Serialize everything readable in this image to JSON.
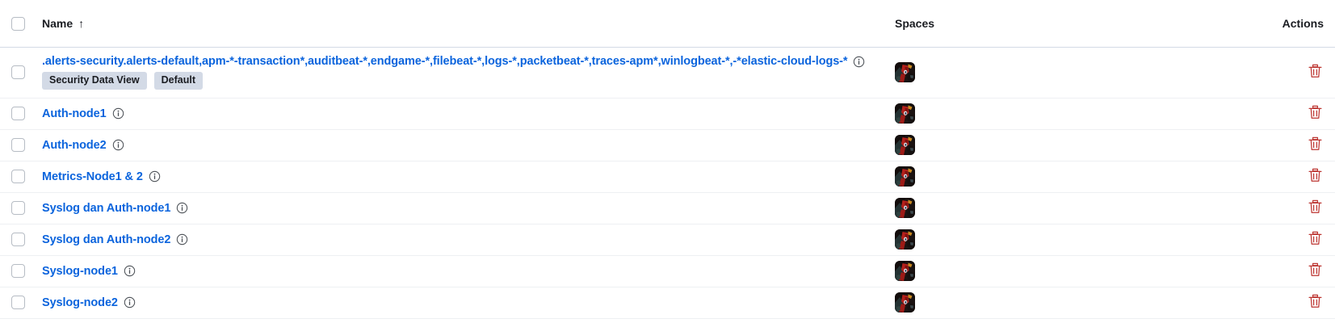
{
  "table": {
    "columns": {
      "select_all_label": "Select all rows",
      "name": "Name",
      "sort_indicator": "↑",
      "spaces": "Spaces",
      "actions": "Actions"
    },
    "rows": [
      {
        "name": ".alerts-security.alerts-default,apm-*-transaction*,auditbeat-*,endgame-*,filebeat-*,logs-*,packetbeat-*,traces-apm*,winlogbeat-*,-*elastic-cloud-logs-*",
        "info_icon": "info-circle-icon",
        "badges": [
          "Security Data View",
          "Default"
        ],
        "space_avatar": "space-avatar-image",
        "delete_icon": "trash-icon"
      },
      {
        "name": "Auth-node1",
        "info_icon": "info-circle-icon",
        "badges": [],
        "space_avatar": "space-avatar-image",
        "delete_icon": "trash-icon"
      },
      {
        "name": "Auth-node2",
        "info_icon": "info-circle-icon",
        "badges": [],
        "space_avatar": "space-avatar-image",
        "delete_icon": "trash-icon"
      },
      {
        "name": "Metrics-Node1 & 2",
        "info_icon": "info-circle-icon",
        "badges": [],
        "space_avatar": "space-avatar-image",
        "delete_icon": "trash-icon"
      },
      {
        "name": "Syslog dan Auth-node1",
        "info_icon": "info-circle-icon",
        "badges": [],
        "space_avatar": "space-avatar-image",
        "delete_icon": "trash-icon"
      },
      {
        "name": "Syslog dan Auth-node2",
        "info_icon": "info-circle-icon",
        "badges": [],
        "space_avatar": "space-avatar-image",
        "delete_icon": "trash-icon"
      },
      {
        "name": "Syslog-node1",
        "info_icon": "info-circle-icon",
        "badges": [],
        "space_avatar": "space-avatar-image",
        "delete_icon": "trash-icon"
      },
      {
        "name": "Syslog-node2",
        "info_icon": "info-circle-icon",
        "badges": [],
        "space_avatar": "space-avatar-image",
        "delete_icon": "trash-icon"
      }
    ]
  },
  "colors": {
    "link": "#0b64dd",
    "danger": "#bd3632",
    "badge_bg": "#d3dae6",
    "header_border": "#d3dae6",
    "row_border": "#eef0f3",
    "text": "#1a1c21"
  }
}
